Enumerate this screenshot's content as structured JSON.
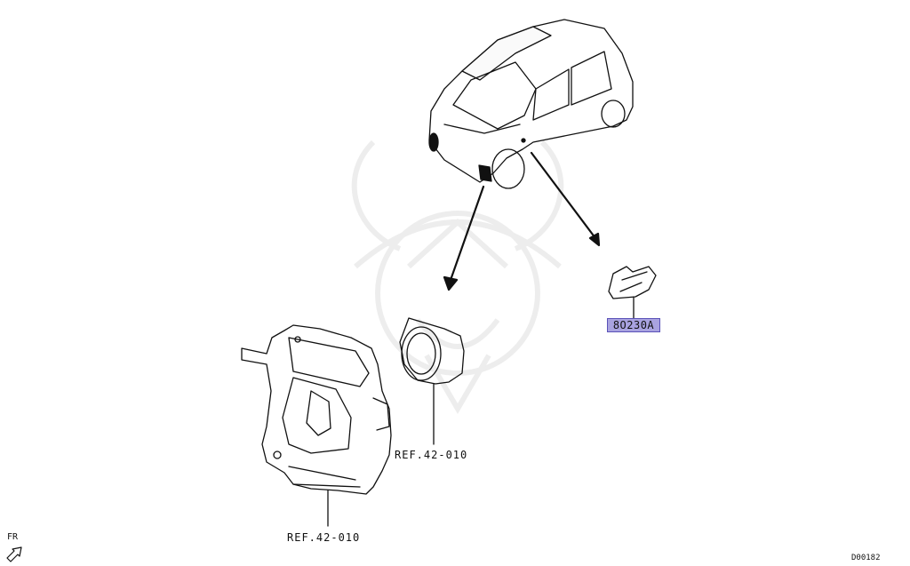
{
  "diagram": {
    "callouts": [
      {
        "part_number": "8O230A",
        "highlighted": true,
        "highlight_color": "#a9a3e0"
      }
    ],
    "references": [
      {
        "label": "REF.42-010"
      },
      {
        "label": "REF.42-010"
      }
    ],
    "orientation_label": "FR",
    "diagram_code": "D00182"
  }
}
